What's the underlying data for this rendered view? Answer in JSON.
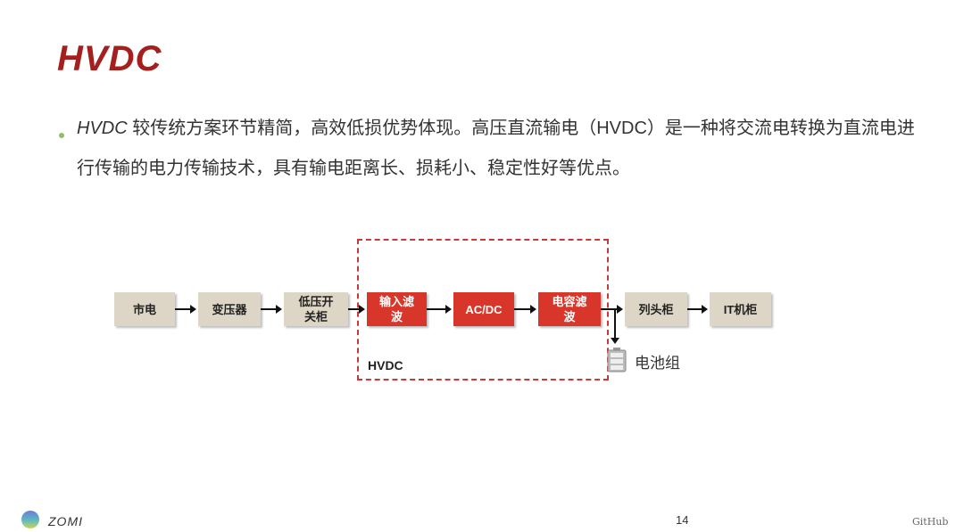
{
  "slide": {
    "title": "HVDC",
    "paragraph_lead": "HVDC",
    "paragraph_body": " 较传统方案环节精简，高效低损优势体现。高压直流输电（HVDC）是一种将交流电转换为直流电进行传输的电力传输技术，具有输电距离长、损耗小、稳定性好等优点。"
  },
  "diagram": {
    "blocks": [
      {
        "label": "市电",
        "style": "grey"
      },
      {
        "label": "变压器",
        "style": "grey"
      },
      {
        "label": "低压开关柜",
        "style": "grey"
      },
      {
        "label": "输入滤波",
        "style": "red"
      },
      {
        "label": "AC/DC",
        "style": "red"
      },
      {
        "label": "电容滤波",
        "style": "red"
      },
      {
        "label": "列头柜",
        "style": "grey"
      },
      {
        "label": "IT机柜",
        "style": "grey"
      }
    ],
    "group_label": "HVDC",
    "battery_label": "电池组",
    "colors": {
      "red_block": "#d9362b",
      "grey_block": "#ddd6c6",
      "frame": "#c83a3a"
    }
  },
  "footer": {
    "brand": "ZOMI",
    "page_number": "14",
    "link": "GitHub"
  }
}
